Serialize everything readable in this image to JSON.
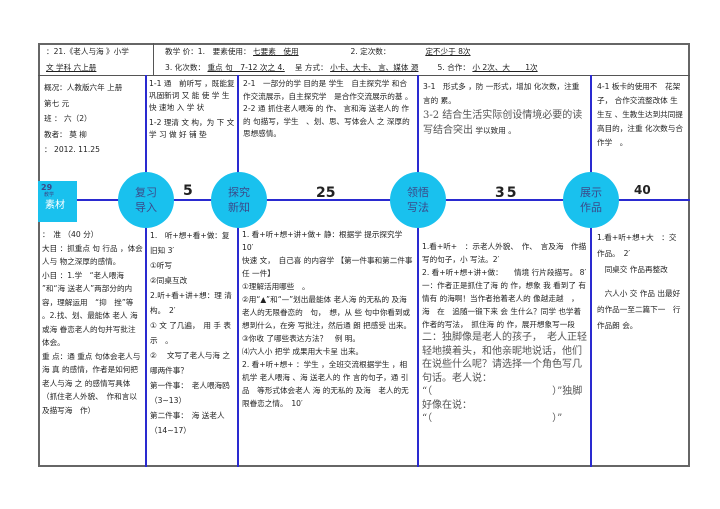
{
  "header": {
    "title_line1": "：21.《老人与海 》小学",
    "title_line2": "文 学科 六上册",
    "req1_label": "教学 价：1.　要素使用：",
    "req1_value": "七要素　使用",
    "req2_label": "2.  定次数：",
    "req2_value": "定不少于 8次",
    "req3_label": "3.  化次数：",
    "req3_value": "重点 句　7-12 次之 4.",
    "req4_label": "呈 方式：",
    "req4_value": "小卡、大卡、 言、媒体 源",
    "req5_label": "5.  合作：",
    "req5_value": "小 2次、大　　1次"
  },
  "goals": {
    "info": [
      "概况：人教版六年 上册",
      "第七 元",
      "班 ： 六（2）",
      "教者： 莫 柳",
      "： 2012. 11.25"
    ],
    "col1": [
      "1-1 通　前听写 ，既能复 巩固新词 又 能 使 学 生 快 速地 入 学 状",
      "1-2 理清 文 构，为 下 文 学 习 做 好 铺 垫"
    ],
    "col2": [
      "2-1　一部分的学 目的是 学生　自主探究学 和合作交流展示，自主探究学　是合作交流展示的基 。",
      "2-2 通 抓住老人喂海 的 作、 言和海 送老人的 作的 句描写，学生　、划、思、写体会人 之 深厚的思想感情。"
    ],
    "col3_a": "3-1　形式多 ，防 一形式，增加 化次数，注重 言的 累。",
    "col3_b": "3-2 结合生活实际创设情境必要的读写结合突出",
    "col3_c": "学以致用 。",
    "col4": "4-1 板卡的使用不　花架子， 合作交流整改体 生生互 、生教生达到共同提高目的，注重 化次数与合作学　。"
  },
  "timeline": {
    "material_num": "29",
    "material_small": "教学",
    "material_label": "素材",
    "stages": [
      {
        "line1": "复习",
        "line2": "导入",
        "minute": "5"
      },
      {
        "line1": "探究",
        "line2": "新知",
        "minute": "25"
      },
      {
        "line1": "领悟",
        "line2": "写法",
        "minute": "35"
      },
      {
        "line1": "展示",
        "line2": "作品",
        "minute": "40"
      }
    ]
  },
  "process": {
    "col0": [
      "：　准 （40 分）",
      "大目 ：抓重点 句 行品 ，体会人与 物之深厚的感情。",
      "小目 ：1.学　“老人喂海 ”和“海 送老人”两部分的内容，理解运用　“抑　挫”等 。2.找、划、最能体 老人 海　或海 眷恋老人的句并写批注 体会。",
      "重 点：通 重点 句体会老人与海 真 的感情，作者是如何把老人与海 之 的感情写具体（抓住老人外貌、　作和言以及描写海　作）"
    ],
    "col1": [
      "1.　听+想+看+做：复 旧知 3′",
      "①听写",
      "②同桌互改",
      "2.听+看+讲+想：理 清 构。　2′",
      "① 文 了几遍，　用 手 表示　。",
      "②　 文写了老人与海 之 哪两件事？",
      "第一件事：　老人喂海鸥（3~13）",
      "第二件事：　海 送老人（14~17）"
    ],
    "col2": [
      "1. 看+听+想+讲+做+ 静：根据学 提示探究学　10′",
      "快速 文，　自己喜 的内容学 【第一件事和第二件事任 一件】",
      "①理解活用哪些　。",
      "②用“▲”和“—”划出最能体 老人海 的无私的 及海　老人的无限眷恋的　句，　想，从 些 句中你看到或想到什么，在旁 写批注，然后通 朗 把感受 出来。",
      "③你收 了哪些表达方法？　例 明。",
      "⑷六人小 把学 成果用大卡呈 出来。",
      "2. 看+听+想+ ：学生 ，全班交流根据学生 ，相机学 老人喂海 、海 送老人的 作 言的句子，通 引　品　等形式体会老人 海 的无私的 及海　老人的无限眷恋之情。　10′"
    ],
    "col3": [
      "1.看+听+　：示老人外貌、　作、　言及海　作描写的句子，小 写法。2′",
      "2. 看+听+想+讲+做：　　情境 行片段描写。 8′",
      "一：作者正是抓住了海 的 作，想象 我 看到了 有情有 的海啊！当作者抬着老人的 像越走越　，　　海　在　追随一锻下来 会 生什么？同学 也学着作者的写法，　抓住海 的 作，展开想象写一段"
    ],
    "col3_serif": [
      "二：独脚像是老人的孩子，　老人正轻轻地摸着头，和他亲昵地说话，他们在说些什么呢？请选择一个角色写几句话。老人说：",
      "“（　　　　　　　　　　　　）”独脚好像在说：",
      "“（　　　　　　　　　　　　）”"
    ],
    "col4": [
      "1.看+听+想+大　：交 作品。　2′",
      "　同桌交 作品再整改",
      "　六人小 交 作品 出最好的作品一至二篇下一　行作品朗 会。"
    ]
  }
}
